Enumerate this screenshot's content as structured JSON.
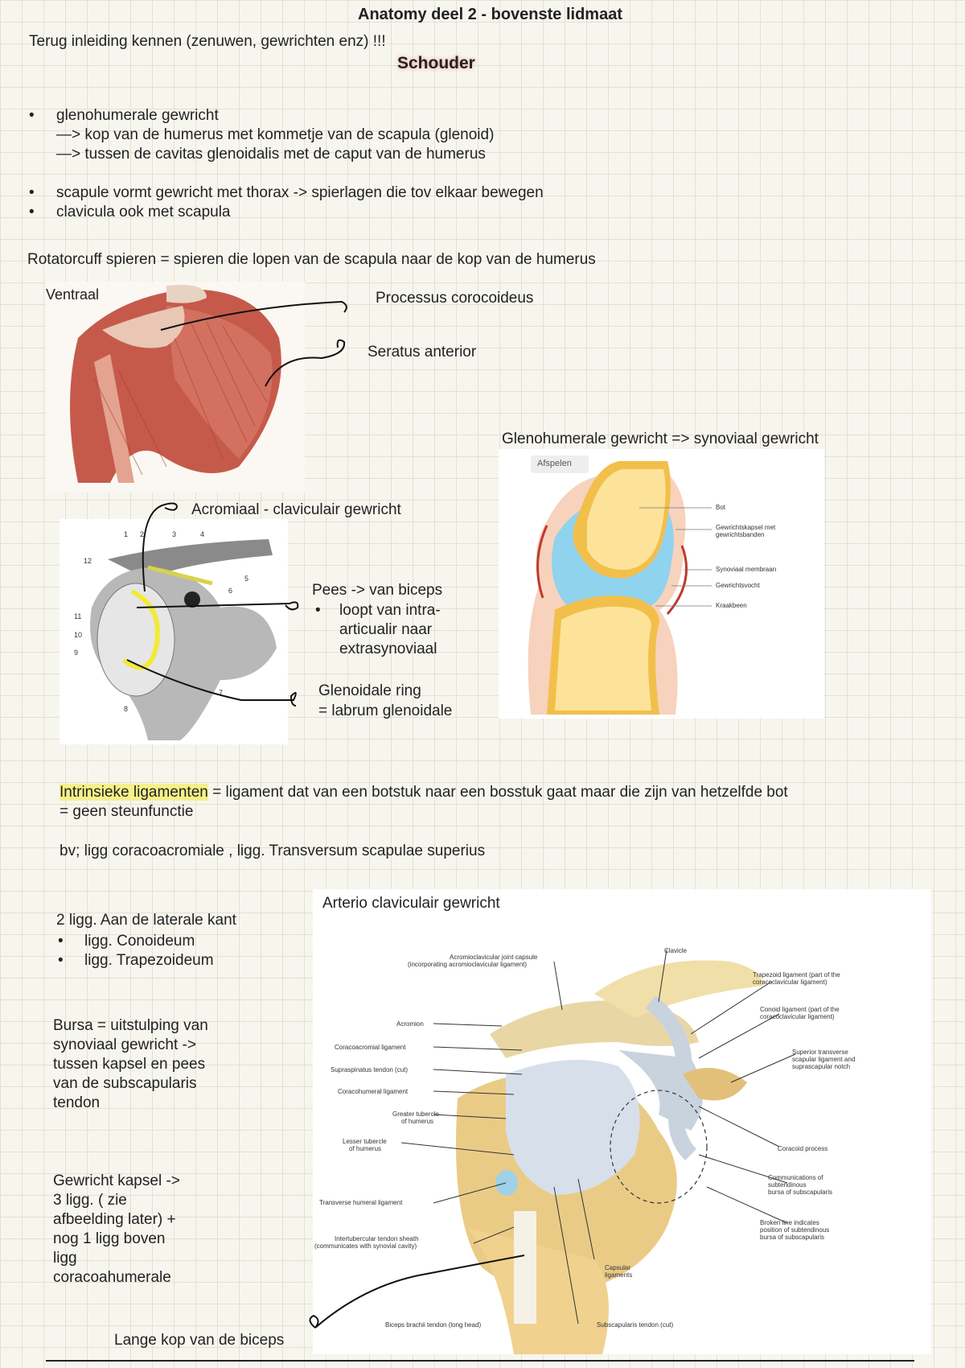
{
  "header": {
    "title": "Anatomy deel 2 - bovenste lidmaat",
    "intro_note": "Terug inleiding kennen (zenuwen, gewrichten enz) !!!",
    "section": "Schouder"
  },
  "bullets": {
    "glenohumeral": "glenohumerale gewricht",
    "line1": "—> kop van de humerus met kommetje van de scapula (glenoid)",
    "line2": "—> tussen de cavitas glenoidalis met de caput van de humerus",
    "scapula": "scapule vormt gewricht met thorax -> spierlagen die tov elkaar bewegen",
    "clavicula": "clavicula ook met scapula"
  },
  "rotator": "Rotatorcuff spieren = spieren die lopen van de scapula naar de kop van de humerus",
  "fig1": {
    "caption": "Ventraal",
    "label1": "Processus corocoideus",
    "label2": "Seratus anterior"
  },
  "fig2": {
    "title": "Acromiaal - claviculair gewricht",
    "numbers": [
      "1",
      "2",
      "3",
      "4",
      "5",
      "6",
      "7",
      "8",
      "9",
      "10",
      "11",
      "12"
    ],
    "pees1": "Pees -> van biceps",
    "pees2": "loopt van intra-",
    "pees3": "articualir naar",
    "pees4": "extrasynoviaal",
    "ring1": "Glenoidale ring",
    "ring2": "= labrum glenoidale"
  },
  "fig3": {
    "title": "Glenohumerale gewricht =>  synoviaal gewricht",
    "button": "Afspelen",
    "labels": [
      "Bot",
      "Gewrichtskapsel met",
      "gewrichtsbanden",
      "Synoviaal membraan",
      "Gewrichtsvocht",
      "Kraakbeen"
    ]
  },
  "ligaments": {
    "term": "Intrinsieke ligamenten",
    "def": " = ligament dat van een botstuk naar een bosstuk gaat maar die zijn van hetzelfde bot",
    "line2": "= geen steunfunctie",
    "example": "bv; ligg coracoacromiale , ligg. Transversum scapulae superius"
  },
  "left_notes": {
    "lat": "2 ligg. Aan de laterale kant",
    "conoid": "ligg. Conoideum",
    "trapez": "ligg. Trapezoideum",
    "bursa": [
      "Bursa = uitstulping van",
      "synoviaal gewricht ->",
      "tussen kapsel en pees",
      "van de subscapularis",
      "tendon"
    ],
    "kapsel": [
      "Gewricht kapsel ->",
      "3 ligg. ( zie",
      "afbeelding later) +",
      "nog 1 ligg boven",
      "ligg",
      "coracoahumerale"
    ],
    "biceps": "Lange kop van de biceps"
  },
  "fig4": {
    "title": "Arterio claviculair gewricht",
    "labels": {
      "capsule1": "Acromioclavicular joint capsule",
      "capsule2": "(incorporating acromioclavicular ligament)",
      "clavicle": "Clavicle",
      "trap1": "Trapezoid ligament (part of the",
      "trap2": "coracoclavicular ligament)",
      "con1": "Conoid ligament (part of the",
      "con2": "coracoclavicular ligament)",
      "sup1": "Superior transverse",
      "sup2": "scapular ligament and",
      "sup3": "suprascapular notch",
      "acromion": "Acromion",
      "coracoacromial": "Coracoacromial ligament",
      "supraspinatus": "Supraspinatus tendon (cut)",
      "coracohumeral": "Coracohumeral ligament",
      "gt1": "Greater tubercle",
      "gt2": "of humerus",
      "lt1": "Lesser tubercle",
      "lt2": "of humerus",
      "coracoid": "Coracoid process",
      "comm1": "Communications of",
      "comm2": "subtendinous",
      "comm3": "bursa of subscapularis",
      "broken1": "Broken line indicates",
      "broken2": "position of subtendinous",
      "broken3": "bursa of subscapularis",
      "transverse": "Transverse humeral ligament",
      "inter1": "Intertubercular tendon sheath",
      "inter2": "(communicates with synovial cavity)",
      "capsular1": "Capsular",
      "capsular2": "ligaments",
      "biceps": "Biceps brachii tendon (long head)",
      "subscap": "Subscapularis tendon (cut)"
    }
  }
}
